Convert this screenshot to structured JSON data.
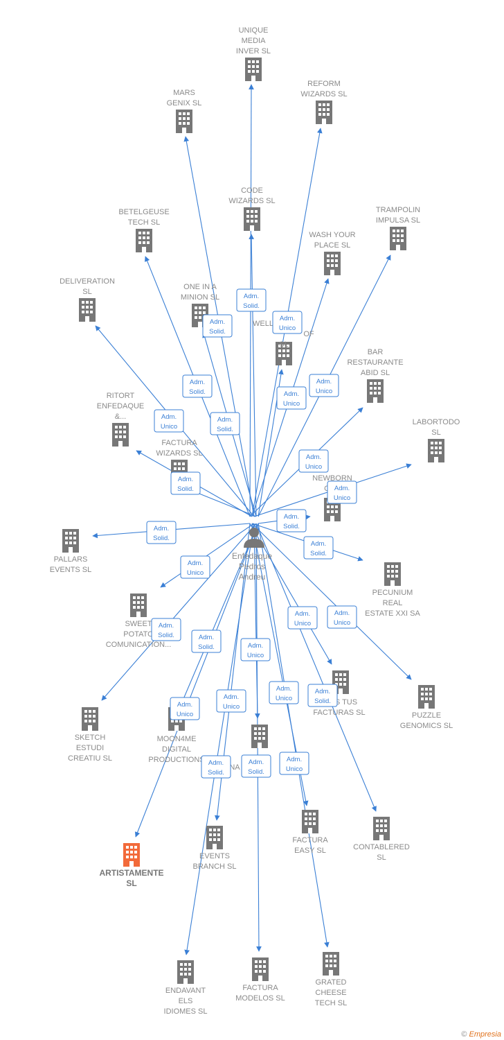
{
  "person": {
    "name_lines": [
      "Enfedaque",
      "Pedros",
      "Andreu"
    ]
  },
  "colors": {
    "edge": "#3a7fd5",
    "company": "#777777",
    "highlight": "#f26a3a"
  },
  "companies": [
    {
      "id": "unique-media-inver",
      "lines": [
        "UNIQUE",
        "MEDIA",
        "INVER  SL"
      ],
      "role": ""
    },
    {
      "id": "reform-wizards",
      "lines": [
        "REFORM",
        "WIZARDS  SL"
      ],
      "role": ""
    },
    {
      "id": "mars-genix",
      "lines": [
        "MARS",
        "GENIX  SL"
      ],
      "role": ""
    },
    {
      "id": "code-wizards",
      "lines": [
        "CODE",
        "WIZARDS  SL"
      ],
      "role": "Adm. Solid."
    },
    {
      "id": "trampolin-impulsa",
      "lines": [
        "TRAMPOLIN",
        "IMPULSA  SL"
      ],
      "role": "Adm. Unico"
    },
    {
      "id": "betelgeuse-tech",
      "lines": [
        "BETELGEUSE",
        "TECH  SL"
      ],
      "role": "Adm. Solid."
    },
    {
      "id": "wash-your-place",
      "lines": [
        "WASH YOUR",
        "PLACE  SL"
      ],
      "role": "Adm. Unico"
    },
    {
      "id": "deliveration",
      "lines": [
        "DELIVERATION",
        "SL"
      ],
      "role": "Adm. Unico"
    },
    {
      "id": "one-in-a-minion",
      "lines": [
        "ONE IN A",
        "MINION  SL"
      ],
      "role": "Adm. Solid."
    },
    {
      "id": "wellness-of",
      "lines": [
        "WELL",
        "OF",
        "SL"
      ],
      "role": "Adm. Unico"
    },
    {
      "id": "bar-restaurante-abid",
      "lines": [
        "BAR",
        "RESTAURANTE",
        "ABID  SL"
      ],
      "role": "Adm. Unico"
    },
    {
      "id": "ritort-enfedaque",
      "lines": [
        "RITORT",
        "ENFEDAQUE",
        "&..."
      ],
      "role": "Adm. Solid."
    },
    {
      "id": "labortodo",
      "lines": [
        "LABORTODO",
        "SL"
      ],
      "role": "Adm. Unico"
    },
    {
      "id": "factura-wizards",
      "lines": [
        "FACTURA",
        "WIZARDS  SL"
      ],
      "role": "Adm. Solid."
    },
    {
      "id": "newborn-gen",
      "lines": [
        "NEWBORN",
        "GEN"
      ],
      "role": "Adm. Solid."
    },
    {
      "id": "pallars-events",
      "lines": [
        "PALLARS",
        "EVENTS  SL"
      ],
      "role": "Adm. Solid."
    },
    {
      "id": "pecunium-real-estate",
      "lines": [
        "PECUNIUM",
        "REAL",
        "ESTATE XXI SA"
      ],
      "role": "Adm. Solid."
    },
    {
      "id": "sweet-potato",
      "lines": [
        "SWEET",
        "POTATO",
        "COMUNICATION..."
      ],
      "role": "Adm. Unico"
    },
    {
      "id": "sketch-estudi",
      "lines": [
        "SKETCH",
        "ESTUDI",
        "CREATIU  SL"
      ],
      "role": "Adm. Solid."
    },
    {
      "id": "moon4me",
      "lines": [
        "MOON4ME",
        "DIGITAL",
        "PRODUCTIONS"
      ],
      "role": "Adm. Solid."
    },
    {
      "id": "s-tus-facturas",
      "lines": [
        "S TUS",
        "FACTURAS  SL"
      ],
      "role": "Adm. Unico"
    },
    {
      "id": "puzzle-genomics",
      "lines": [
        "PUZZLE",
        "GENOMICS  SL"
      ],
      "role": "Adm. Unico"
    },
    {
      "id": "na-company",
      "lines": [
        "NA"
      ],
      "role": "Adm. Unico"
    },
    {
      "id": "contablered",
      "lines": [
        "CONTABLERED",
        "SL"
      ],
      "role": "Adm. Solid."
    },
    {
      "id": "artistamente",
      "lines": [
        "ARTISTAMENTE",
        "SL"
      ],
      "role": "Adm. Unico",
      "highlight": true
    },
    {
      "id": "events-branch",
      "lines": [
        "EVENTS",
        "BRANCH  SL"
      ],
      "role": "Adm. Unico"
    },
    {
      "id": "factura-easy",
      "lines": [
        "FACTURA",
        "EASY  SL"
      ],
      "role": "Adm. Unico"
    },
    {
      "id": "endavant-els-idiomes",
      "lines": [
        "ENDAVANT",
        "ELS",
        "IDIOMES  SL"
      ],
      "role": "Adm. Solid."
    },
    {
      "id": "factura-modelos",
      "lines": [
        "FACTURA",
        "MODELOS  SL"
      ],
      "role": "Adm. Solid."
    },
    {
      "id": "grated-cheese-tech",
      "lines": [
        "GRATED",
        "CHEESE",
        "TECH  SL"
      ],
      "role": "Adm. Unico"
    }
  ],
  "footer": {
    "copyright": "©",
    "brand": "Empresia"
  }
}
